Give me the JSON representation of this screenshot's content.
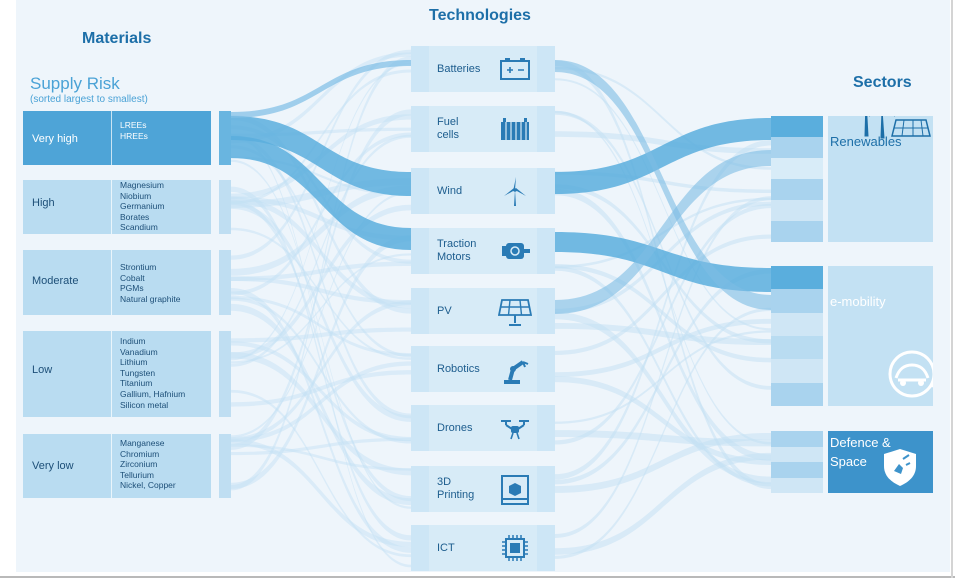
{
  "headings": {
    "materials": "Materials",
    "technologies": "Technologies",
    "sectors": "Sectors"
  },
  "supply_risk": {
    "title": "Supply Risk",
    "subtitle": "(sorted largest to smallest)"
  },
  "risk_levels": [
    {
      "label": "Very high",
      "materials": [
        "LREEs",
        "HREEs"
      ]
    },
    {
      "label": "High",
      "materials": [
        "Magnesium",
        "Niobium",
        "Germanium",
        "Borates",
        "Scandium"
      ]
    },
    {
      "label": "Moderate",
      "materials": [
        "Strontium",
        "Cobalt",
        "PGMs",
        "Natural graphite"
      ]
    },
    {
      "label": "Low",
      "materials": [
        "Indium",
        "Vanadium",
        "Lithium",
        "Tungsten",
        "Titanium",
        "Gallium, Hafnium",
        "Silicon metal"
      ]
    },
    {
      "label": "Very low",
      "materials": [
        "Manganese",
        "Chromium",
        "Zirconium",
        "Tellurium",
        "Nickel, Copper"
      ]
    }
  ],
  "technologies": [
    {
      "label": "Batteries",
      "icon": "battery-icon"
    },
    {
      "label": "Fuel\ncells",
      "icon": "fuel-cell-icon"
    },
    {
      "label": "Wind",
      "icon": "wind-turbine-icon"
    },
    {
      "label": "Traction\nMotors",
      "icon": "motor-icon"
    },
    {
      "label": "PV",
      "icon": "solar-panel-icon"
    },
    {
      "label": "Robotics",
      "icon": "robot-arm-icon"
    },
    {
      "label": "Drones",
      "icon": "drone-icon"
    },
    {
      "label": "3D\nPrinting",
      "icon": "3d-printer-icon"
    },
    {
      "label": "ICT",
      "icon": "chip-icon"
    }
  ],
  "sectors": [
    {
      "label": "Renewables",
      "icon": "wind-and-solar-icon"
    },
    {
      "label": "e-mobility",
      "icon": "electric-car-icon"
    },
    {
      "label": "Defence &\nSpace",
      "icon": "shield-satellite-icon"
    }
  ],
  "colors": {
    "heading": "#1d6fa8",
    "accent": "#4aa2d6",
    "top_risk": "#4ea4d7",
    "risk_block": "#b9dcf1",
    "flow_strong": "#5aaedd",
    "flow_light": "#c2e0f3",
    "defence_panel": "#3d93cb"
  },
  "major_flows": [
    [
      "Very high",
      "Wind"
    ],
    [
      "Very high",
      "Traction\nMotors"
    ],
    [
      "Wind",
      "Renewables"
    ],
    [
      "Traction\nMotors",
      "e-mobility"
    ]
  ]
}
